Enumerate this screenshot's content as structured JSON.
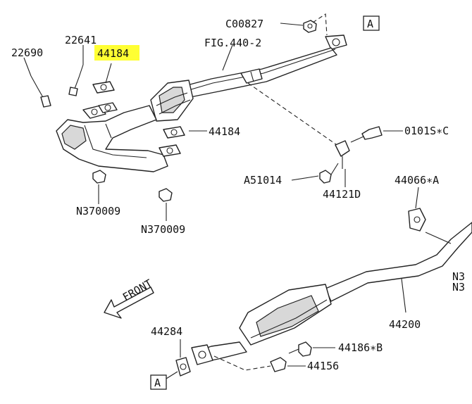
{
  "labels": {
    "c00827": "C00827",
    "fig": "FIG.440-2",
    "p22641": "22641",
    "p22690": "22690",
    "p44184_highlight": "44184",
    "p44184": "44184",
    "n370009_a": "N370009",
    "n370009_b": "N370009",
    "p0101s": "0101S∗C",
    "a51014": "A51014",
    "p44121d": "44121D",
    "p44066": "44066∗A",
    "n3_a": "N3",
    "n3_b": "N3",
    "p44200": "44200",
    "p44284": "44284",
    "p44186": "44186∗B",
    "p44156": "44156",
    "front": "FRONT",
    "ref_a_top": "A",
    "ref_a_bottom": "A"
  },
  "colors": {
    "highlight": "#ffff33",
    "line": "#222222"
  }
}
